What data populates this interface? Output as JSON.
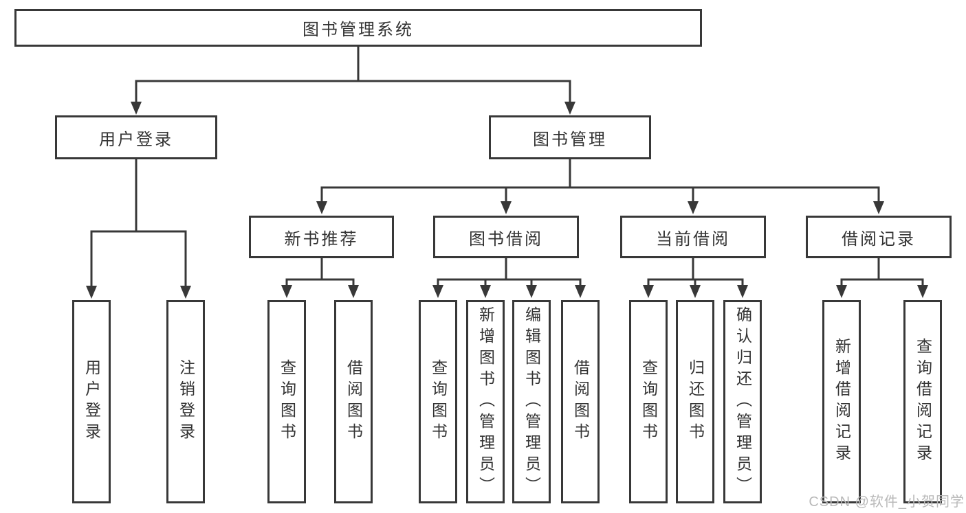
{
  "diagram": {
    "root": {
      "label": "图书管理系统"
    },
    "level2": {
      "user_login": {
        "label": "用户登录"
      },
      "book_management": {
        "label": "图书管理"
      }
    },
    "level3": {
      "new_book_recommend": {
        "label": "新书推荐"
      },
      "book_borrow": {
        "label": "图书借阅"
      },
      "current_borrow": {
        "label": "当前借阅"
      },
      "borrow_record": {
        "label": "借阅记录"
      }
    },
    "leaves": {
      "user_login": {
        "label": "用户登录"
      },
      "logout_login": {
        "label": "注销登录"
      },
      "query_books_recommend": {
        "label": "查询图书"
      },
      "borrow_books_recommend": {
        "label": "借阅图书"
      },
      "query_books_borrow": {
        "label": "查询图书"
      },
      "add_book_admin": {
        "label": "新增图书（管理员）"
      },
      "edit_book_admin": {
        "label": "编辑图书（管理员）"
      },
      "borrow_books_borrow": {
        "label": "借阅图书"
      },
      "query_books_current": {
        "label": "查询图书"
      },
      "return_books": {
        "label": "归还图书"
      },
      "confirm_return_admin": {
        "label": "确认归还（管理员）"
      },
      "add_borrow_record": {
        "label": "新增借阅记录"
      },
      "query_borrow_record": {
        "label": "查询借阅记录"
      }
    },
    "watermark": {
      "text": "CSDN @软件_小贺同学"
    },
    "colors": {
      "box_border": "#383838",
      "connector": "#383838",
      "text": "#333333",
      "watermark_text": "#b9b9b9",
      "background": "#ffffff"
    }
  }
}
